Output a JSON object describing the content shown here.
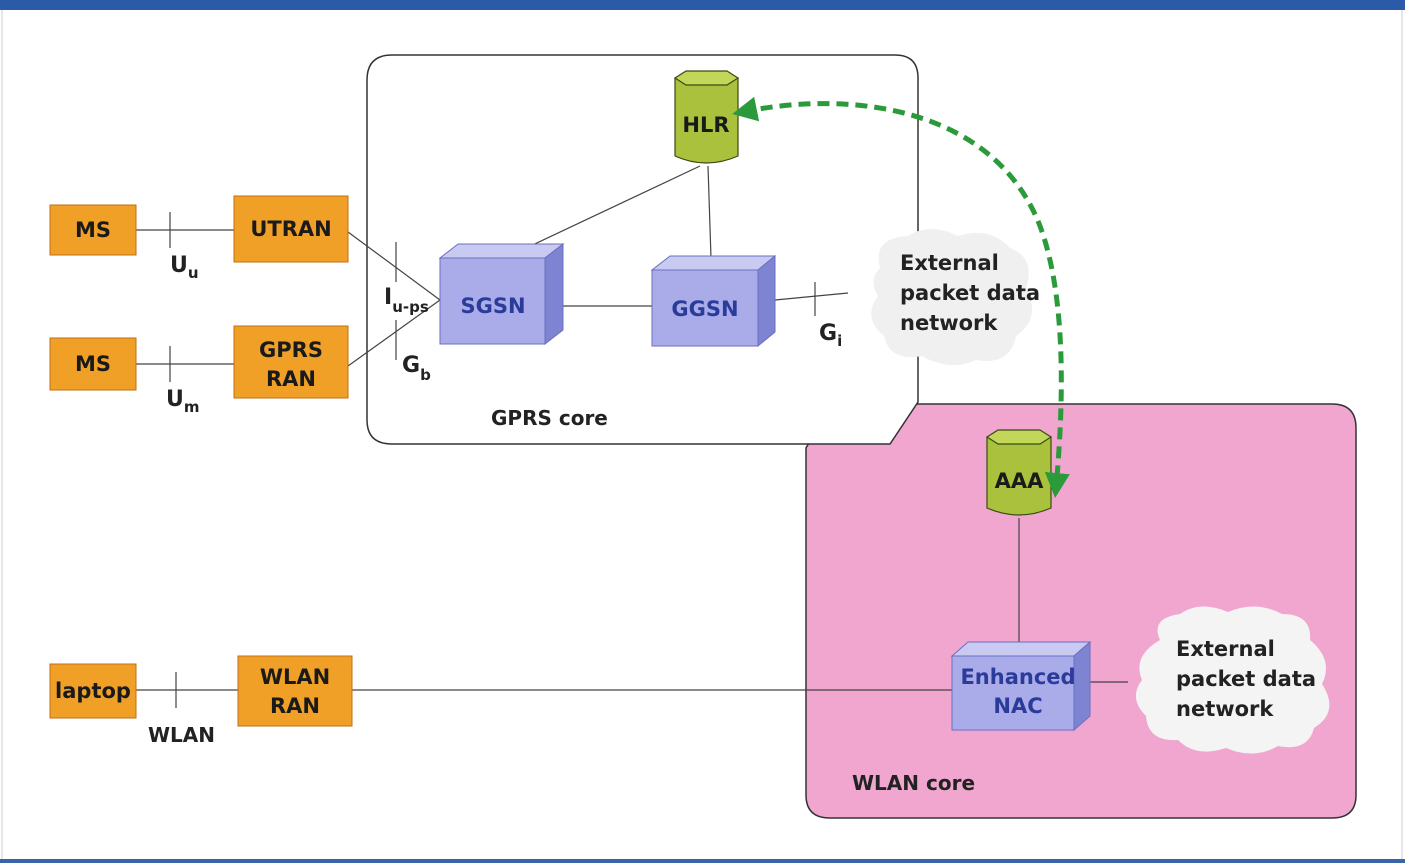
{
  "colors": {
    "top_bar": "#2a5aa8",
    "bottom_bar": "#3a64aa",
    "orange_box": "#f1a027",
    "orange_border": "#c07010",
    "cube_face": "#a9ace8",
    "cube_side": "#7f84d2",
    "cube_top": "#c8caf2",
    "cube_text": "#2a3b9a",
    "db_fill": "#a9c13c",
    "db_top": "#c2d65a",
    "wlan_core_fill": "#f0a6cf",
    "arrow_green": "#2a9a3a",
    "cloud_fill": "#f0f0f0"
  },
  "nodes": {
    "ms_top": "MS",
    "ms_bottom": "MS",
    "laptop": "laptop",
    "utran": "UTRAN",
    "gprs_ran": [
      "GPRS",
      "RAN"
    ],
    "wlan_ran": [
      "WLAN",
      "RAN"
    ],
    "sgsn": "SGSN",
    "ggsn": "GGSN",
    "hlr": "HLR",
    "aaa": "AAA",
    "enhanced_nac": [
      "Enhanced",
      "NAC"
    ]
  },
  "interfaces": {
    "uu": {
      "main": "U",
      "sub": "u"
    },
    "um": {
      "main": "U",
      "sub": "m"
    },
    "iups": {
      "main": "I",
      "sub": "u-ps"
    },
    "gb": {
      "main": "G",
      "sub": "b"
    },
    "gi": {
      "main": "G",
      "sub": "i"
    },
    "wlan": "WLAN"
  },
  "clouds": {
    "gprs_external": [
      "External",
      "packet data",
      "network"
    ],
    "wlan_external": [
      "External",
      "packet data",
      "network"
    ]
  },
  "regions": {
    "gprs_core": "GPRS  core",
    "wlan_core": "WLAN core"
  }
}
